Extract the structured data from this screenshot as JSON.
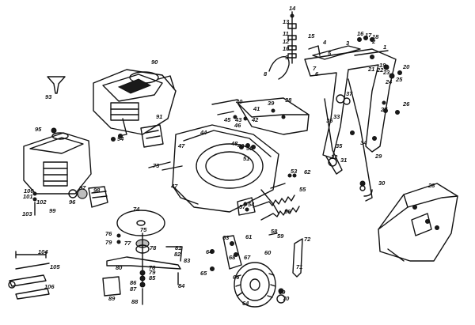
{
  "diagram": {
    "callouts": [
      "14",
      "13",
      "15",
      "11",
      "12",
      "10",
      "9",
      "8",
      "7",
      "16",
      "17",
      "18",
      "1",
      "2",
      "3",
      "4",
      "5",
      "6",
      "19",
      "20",
      "21",
      "22",
      "23",
      "24",
      "25",
      "26",
      "27",
      "38",
      "39",
      "40",
      "41",
      "42",
      "43",
      "44",
      "45",
      "46",
      "47",
      "48",
      "49",
      "50",
      "51",
      "52",
      "53",
      "54",
      "55",
      "56",
      "57",
      "58",
      "59",
      "60",
      "61",
      "62",
      "63",
      "64",
      "65",
      "66",
      "67",
      "68",
      "69",
      "70",
      "71",
      "72",
      "73",
      "74",
      "75",
      "76",
      "77",
      "78",
      "79",
      "80",
      "81",
      "82",
      "83",
      "84",
      "85",
      "86",
      "87",
      "88",
      "89",
      "90",
      "91",
      "92",
      "93",
      "94",
      "95",
      "96",
      "97",
      "98",
      "99",
      "100",
      "101",
      "102",
      "103",
      "104",
      "105",
      "106",
      "28",
      "29",
      "30",
      "31",
      "32",
      "33",
      "34",
      "35",
      "36",
      "37"
    ]
  }
}
